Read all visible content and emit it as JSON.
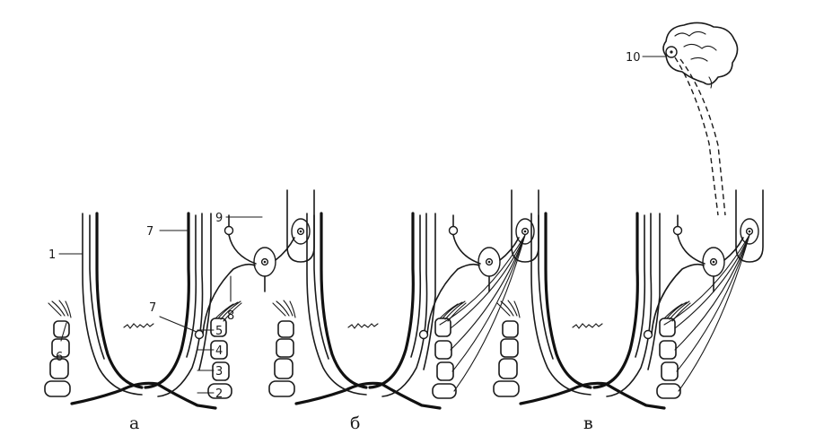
{
  "panels": [
    {
      "caption": "а"
    },
    {
      "caption": "б"
    },
    {
      "caption": "в"
    }
  ],
  "labels": {
    "l1": "1",
    "l2": "2",
    "l3": "3",
    "l4": "4",
    "l5": "5",
    "l6": "6",
    "l7a": "7",
    "l7b": "7",
    "l8": "8",
    "l9": "9",
    "l10": "10"
  }
}
